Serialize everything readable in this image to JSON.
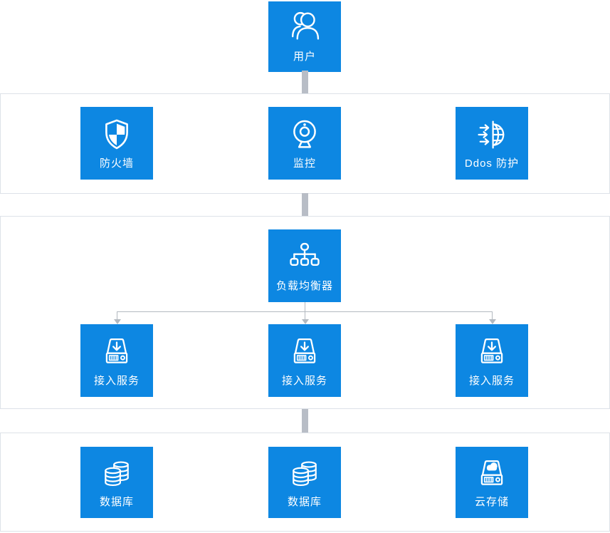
{
  "colors": {
    "box_blue": "#0d87e2",
    "connector_gray": "#b8bdc6",
    "line_gray": "#b3b9c0",
    "section_border": "#dde2e8",
    "background": "#ffffff",
    "text_white": "#ffffff"
  },
  "diagram": {
    "user": {
      "label": "用户",
      "icon": "users-icon"
    },
    "security_tier": [
      {
        "label": "防火墙",
        "icon": "shield-icon"
      },
      {
        "label": "监控",
        "icon": "webcam-icon"
      },
      {
        "label": "Ddos 防护",
        "icon": "ddos-globe-icon"
      }
    ],
    "app_tier": {
      "load_balancer": {
        "label": "负载均衡器",
        "icon": "sitemap-icon"
      },
      "access_services": [
        {
          "label": "接入服务",
          "icon": "server-download-icon"
        },
        {
          "label": "接入服务",
          "icon": "server-download-icon"
        },
        {
          "label": "接入服务",
          "icon": "server-download-icon"
        }
      ]
    },
    "storage_tier": [
      {
        "label": "数据库",
        "icon": "database-icon"
      },
      {
        "label": "数据库",
        "icon": "database-icon"
      },
      {
        "label": "云存储",
        "icon": "cloud-drive-icon"
      }
    ]
  }
}
